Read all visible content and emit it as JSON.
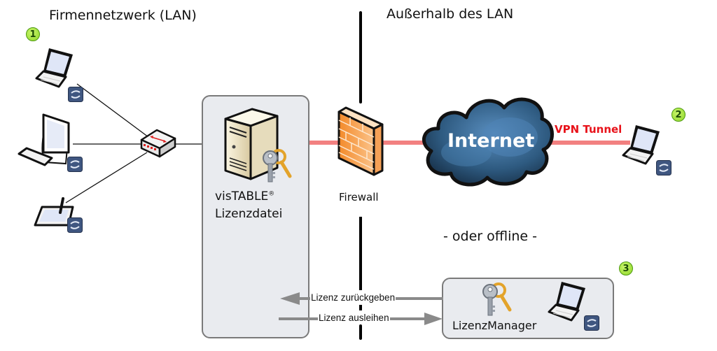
{
  "headings": {
    "lan": "Firmennetzwerk (LAN)",
    "outside": "Außerhalb des LAN",
    "offline": "- oder offline -"
  },
  "badges": [
    "1",
    "2",
    "3"
  ],
  "server": {
    "brand": "visTABLE",
    "brand_mark": "®",
    "label": "Lizenzdatei"
  },
  "firewall": {
    "label": "Firewall"
  },
  "internet": {
    "label": "Internet"
  },
  "vpn": {
    "label": "VPN Tunnel"
  },
  "license_manager": {
    "label": "LizenzManager"
  },
  "arrows": {
    "return": "Lizenz zurückgeben",
    "borrow": "Lizenz ausleihen"
  },
  "colors": {
    "vpn_line": "#f07c7c",
    "vpn_text": "#e8121a",
    "badge": "#9be03a",
    "cloud": "#2f5c82",
    "firewall": "#f28a2c",
    "panel": "#e9ebef"
  },
  "icons": {
    "lan_clients": [
      "laptop-icon",
      "desktop-icon",
      "tablet-pen-icon"
    ],
    "client_overlay": "sync-icon",
    "switch": "network-switch-icon",
    "server": "server-tower-icon",
    "keys": "keys-icon",
    "firewall": "firewall-brick-icon",
    "cloud": "cloud-icon"
  }
}
